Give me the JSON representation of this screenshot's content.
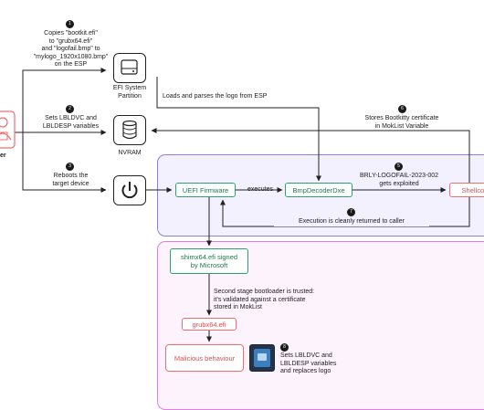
{
  "actor": {
    "label_fragment": "er"
  },
  "steps": [
    {
      "num": "1",
      "text": "Copies \"bootkit.efi\"\nto \"grubx64.efi\"\nand \"logofail.bmp\" to\n\"mylogo_1920x1080.bmp\"\non the ESP"
    },
    {
      "num": "2",
      "text": "Sets LBLDVC and\nLBLDESP variables"
    },
    {
      "num": "3",
      "text": "Reboots the\ntarget device"
    }
  ],
  "nodes": {
    "esp_label": "EFI System\nPartition",
    "nvram_label": "NVRAM",
    "uefi": "UEFI Firmware",
    "bmp_decoder": "BmpDecoderDxe",
    "shellcode": "Shellcode",
    "shim": "shimx64.efi signed\nby Microsoft",
    "grub": "grubx64.efi",
    "malicious": "Malicious behaviour"
  },
  "edges": {
    "loads_logo": "Loads and parses the logo from ESP",
    "stores_cert": "Stores Bootkitty certificate\nin MokList Variable",
    "executes": "executes",
    "exploited": "BRLY-LOGOFAIL-2023-002\ngets exploited",
    "returned": "Execution is cleanly returned to caller",
    "second_stage": "Second stage bootloader is trusted:\nit's validated against a certificate\nstored in MokList",
    "sets_vars": "Sets LBLDVC and\nLBLDESP variables\nand replaces logo"
  },
  "badges": {
    "exploited": "5",
    "stores_cert": "6",
    "returned": "7",
    "sets_vars": "8"
  },
  "colors": {
    "green": "#2aa36b",
    "red": "#f06d6d",
    "purple_region": "#8b7ef0",
    "pink_region": "#e27de6",
    "actor": "#f06d6d"
  }
}
